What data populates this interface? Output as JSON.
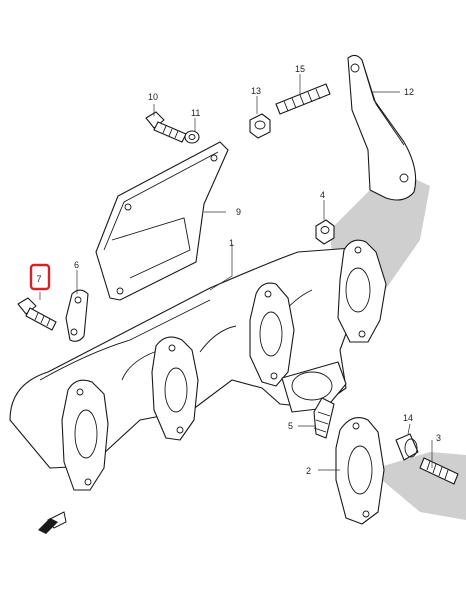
{
  "diagram": {
    "highlight_color": "#d6212b",
    "shade_color": "#cfcfcf",
    "labels": {
      "p1": "1",
      "p2": "2",
      "p3": "3",
      "p4": "4",
      "p5": "5",
      "p6": "6",
      "p7": "7",
      "p9": "9",
      "p10": "10",
      "p11": "11",
      "p12": "12",
      "p13": "13",
      "p14": "14",
      "p15": "15"
    },
    "selected_label": "7",
    "front_indicator_icon": "front-arrow-icon"
  }
}
